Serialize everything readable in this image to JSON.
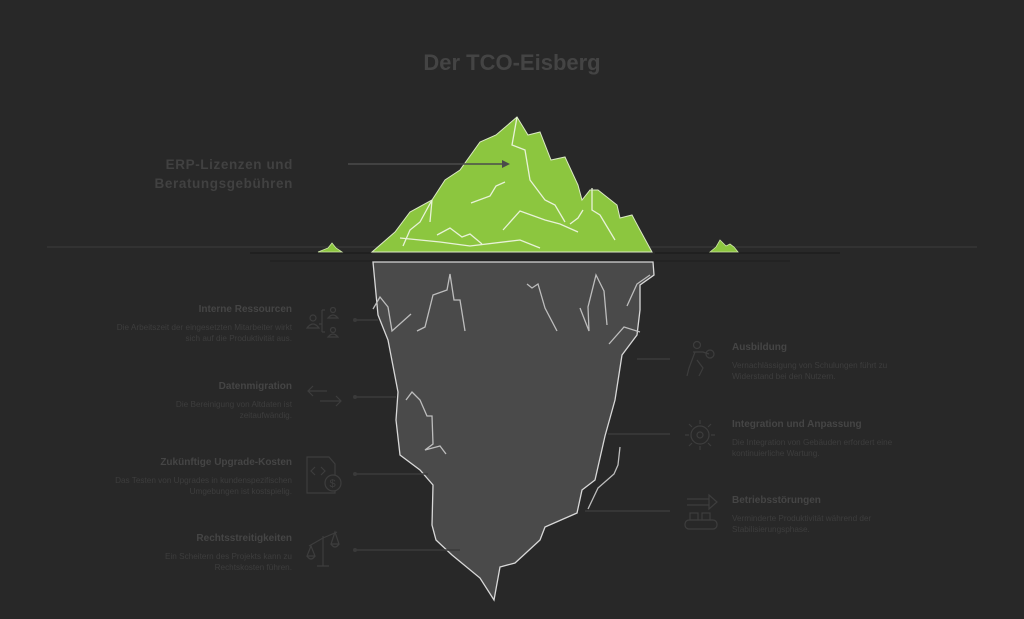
{
  "title": "Der TCO-Eisberg",
  "above_water": {
    "label": "ERP-Lizenzen und Beratungsgebühren",
    "label_line1": "ERP-Lizenzen und",
    "label_line2": "Beratungsgebühren"
  },
  "colors": {
    "background": "#282828",
    "iceberg_top": "#8cc63f",
    "iceberg_bottom": "#4a4a4a",
    "text": "#454545"
  },
  "left_items": [
    {
      "title": "Interne Ressourcen",
      "desc_line1": "Die Arbeitszeit der eingesetzten Mitarbeiter wirkt",
      "desc_line2": "sich auf die Produktivität aus.",
      "icon": "people-org-icon"
    },
    {
      "title": "Datenmigration",
      "desc_line1": "Die Bereinigung von Altdaten ist",
      "desc_line2": "zeitaufwändig.",
      "icon": "transfer-arrows-icon"
    },
    {
      "title": "Zukünftige Upgrade-Kosten",
      "desc_line1": "Das Testen von Upgrades in kundenspezifischen",
      "desc_line2": "Umgebungen ist kostspielig.",
      "icon": "code-cost-icon"
    },
    {
      "title": "Rechtsstreitigkeiten",
      "desc_line1": "Ein Scheitern des Projekts kann zu",
      "desc_line2": "Rechtskosten führen.",
      "icon": "scales-icon"
    }
  ],
  "right_items": [
    {
      "title": "Ausbildung",
      "desc_line1": "Vernachlässigung von Schulungen führt zu",
      "desc_line2": "Widerstand bei den Nutzern.",
      "icon": "person-training-icon"
    },
    {
      "title": "Integration und Anpassung",
      "desc_line1": "Die Integration von Gebäuden erfordert eine",
      "desc_line2": "kontinuierliche Wartung.",
      "icon": "gear-sun-icon"
    },
    {
      "title": "Betriebsstörungen",
      "desc_line1": "Verminderte Produktivität während der",
      "desc_line2": "Stabilisierungsphase.",
      "icon": "conveyor-icon"
    }
  ]
}
